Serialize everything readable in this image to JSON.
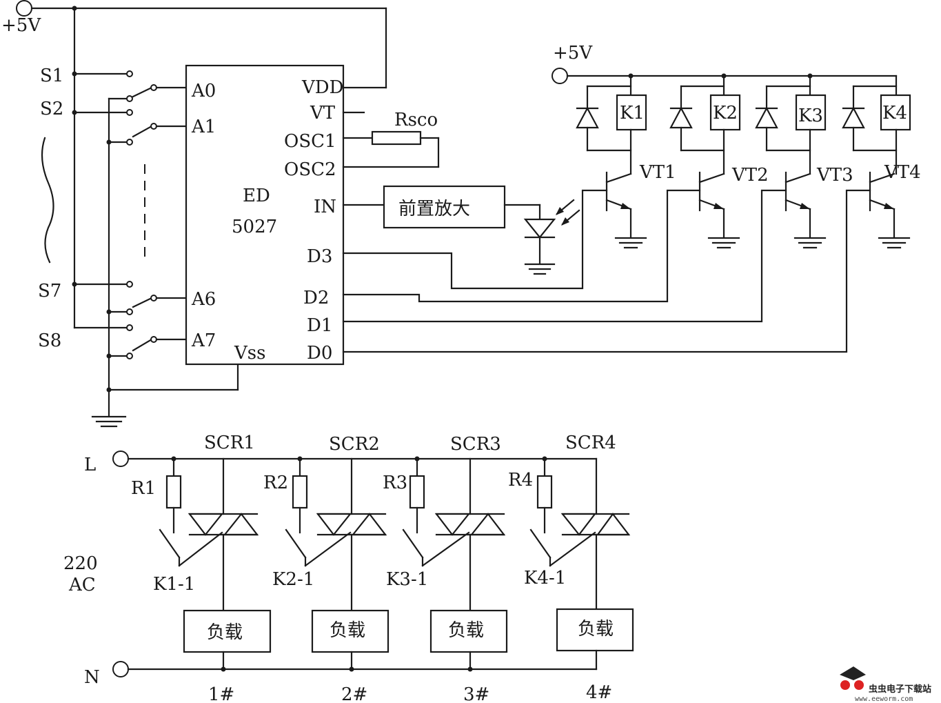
{
  "power": {
    "vcc_left": "+5V",
    "vcc_right": "+5V",
    "ac_voltage": "220",
    "ac_type": "AC",
    "line": "L",
    "neutral": "N"
  },
  "switches": [
    "S1",
    "S2",
    "S7",
    "S8"
  ],
  "ic": {
    "name": "ED",
    "part": "5027",
    "pins_left": [
      "A0",
      "A1",
      "A6",
      "A7"
    ],
    "pins_right": [
      "VDD",
      "VT",
      "OSC1",
      "OSC2",
      "IN",
      "D3",
      "D2",
      "D1",
      "D0"
    ],
    "vss": "Vss"
  },
  "rsco": "Rsco",
  "preamp": "前置放大",
  "relays": [
    "K1",
    "K2",
    "K3",
    "K4"
  ],
  "transistors": [
    "VT1",
    "VT2",
    "VT3",
    "VT4"
  ],
  "scr": [
    "SCR1",
    "SCR2",
    "SCR3",
    "SCR4"
  ],
  "resistors": [
    "R1",
    "R2",
    "R3",
    "R4"
  ],
  "contacts": [
    "K1-1",
    "K2-1",
    "K3-1",
    "K4-1"
  ],
  "load": "负载",
  "outputs": [
    "1#",
    "2#",
    "3#",
    "4#"
  ],
  "watermark": {
    "name": "虫虫电子下载站",
    "url": "www.eeworm.com"
  }
}
